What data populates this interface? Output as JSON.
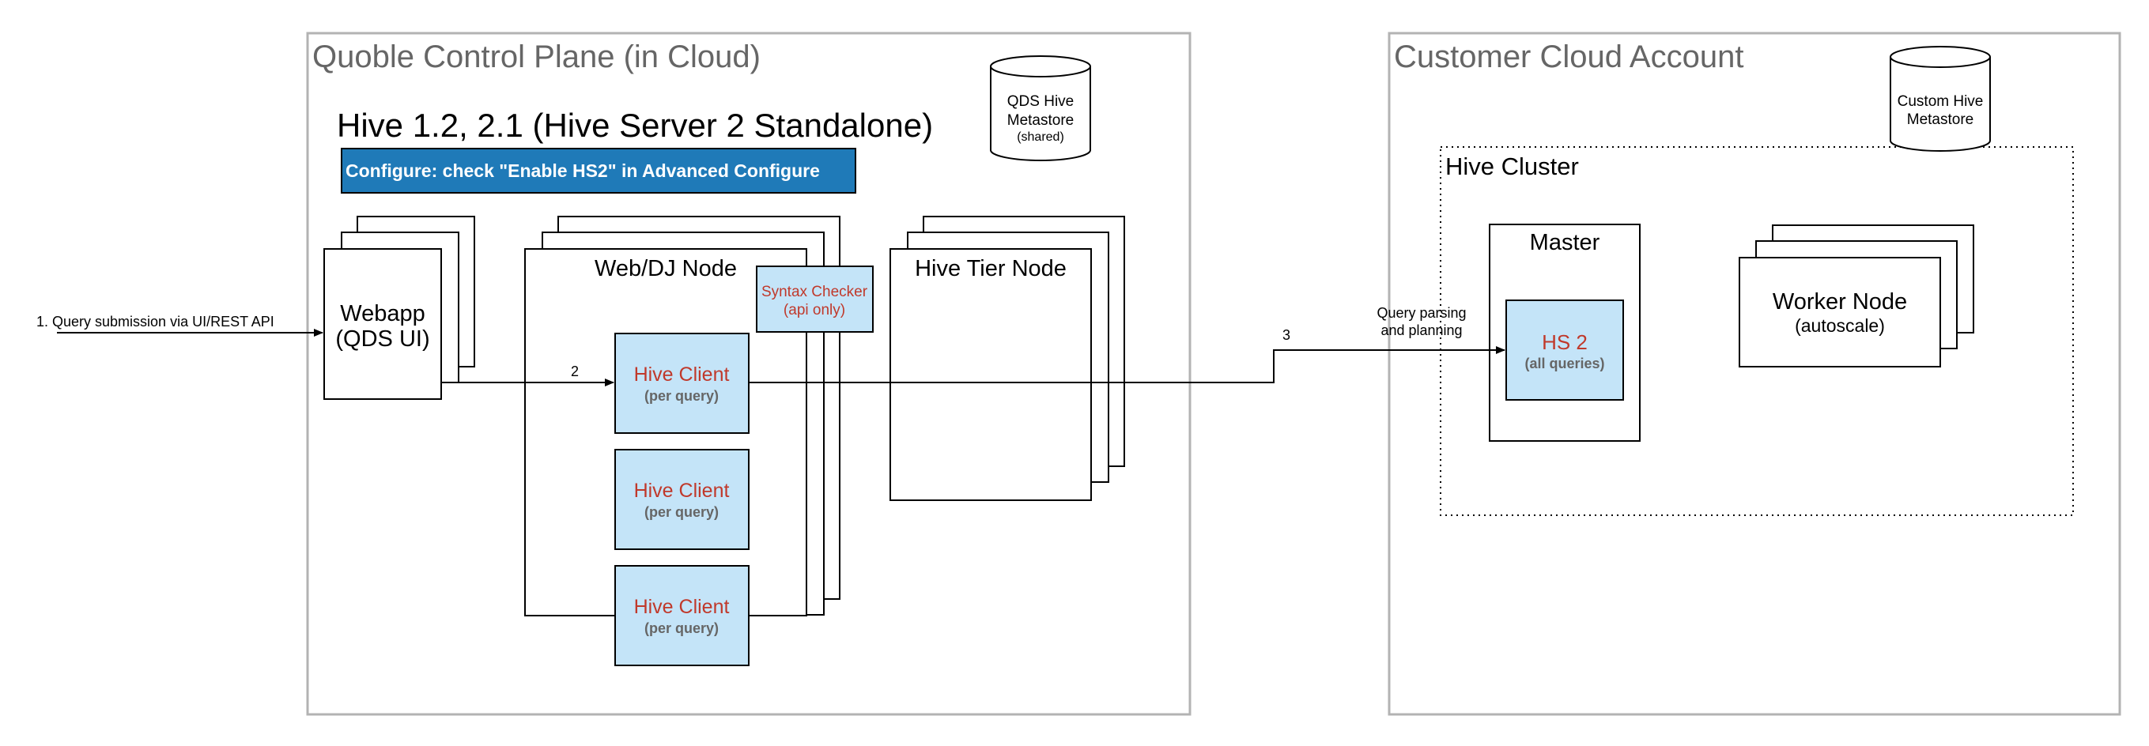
{
  "control_plane": {
    "title": "Quoble Control Plane (in Cloud)",
    "hive_heading": "Hive 1.2, 2.1 (Hive Server 2 Standalone)",
    "configure_banner": "Configure: check \"Enable HS2\" in Advanced Configure",
    "metastore": {
      "line1": "QDS Hive",
      "line2": "Metastore",
      "line3": "(shared)"
    },
    "webapp": {
      "line1": "Webapp",
      "line2": "(QDS UI)"
    },
    "web_dj_node": {
      "label": "Web/DJ Node"
    },
    "syntax_checker": {
      "line1": "Syntax Checker",
      "line2": "(api only)"
    },
    "hive_tier_node": {
      "label": "Hive Tier Node"
    },
    "hive_clients": [
      {
        "name": "Hive Client",
        "sub": "(per query)"
      },
      {
        "name": "Hive Client",
        "sub": "(per query)"
      },
      {
        "name": "Hive Client",
        "sub": "(per query)"
      }
    ]
  },
  "customer_account": {
    "title": "Customer Cloud Account",
    "metastore": {
      "line1": "Custom Hive",
      "line2": "Metastore"
    },
    "cluster": {
      "label": "Hive Cluster",
      "master": {
        "label": "Master"
      },
      "hs2": {
        "name": "HS 2",
        "sub": "(all queries)"
      },
      "worker": {
        "line1": "Worker Node",
        "line2": "(autoscale)"
      }
    }
  },
  "flows": {
    "step1": "1. Query submission via UI/REST API",
    "step2": "2",
    "step3": "3",
    "parsing": {
      "line1": "Query parsing",
      "line2": "and planning"
    }
  },
  "colors": {
    "frame": "#b3b3b3",
    "title_gray": "#666666",
    "banner_fill": "#1f7ab8",
    "light_blue": "#c4e4f8",
    "client_red": "#c0392b",
    "sub_gray": "#666666"
  }
}
